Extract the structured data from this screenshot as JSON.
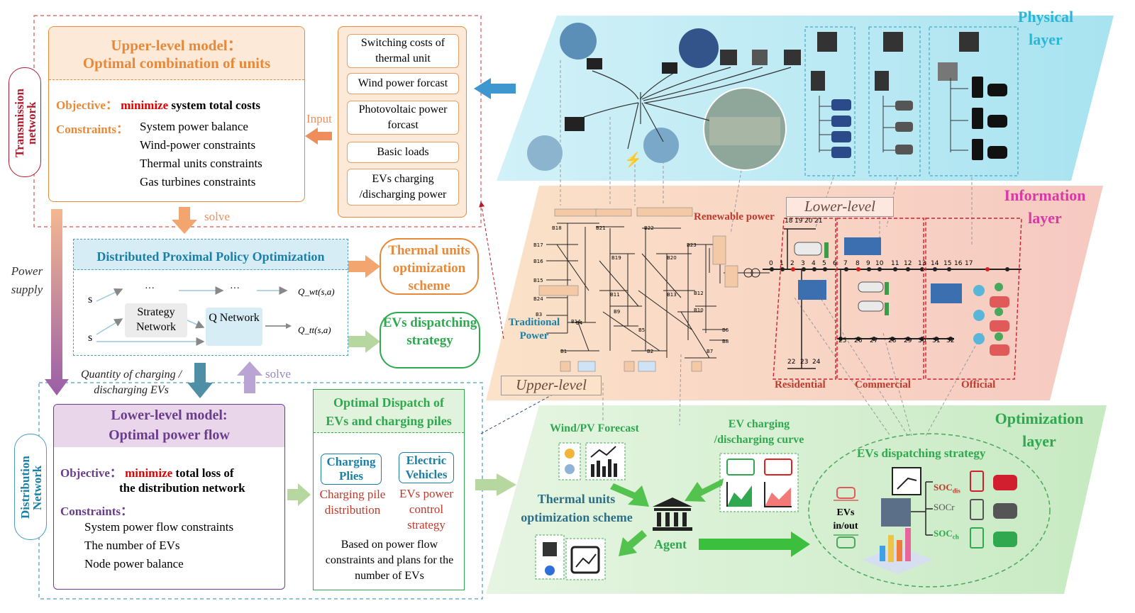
{
  "transmission": {
    "side_label": "Transmission network",
    "upper_model_title_1": "Upper-level model：",
    "upper_model_title_2": "Optimal combination of units",
    "objective_label": "Objective：",
    "objective_red": "minimize",
    "objective_rest": "system total costs",
    "constraints_label": "Constraints：",
    "constraints": [
      "System power balance",
      "Wind-power constraints",
      "Thermal units constraints",
      "Gas turbines constraints"
    ],
    "input_label": "Input",
    "inputs": [
      "Switching costs of thermal unit",
      "Wind power forcast",
      "Photovoltaic power forcast",
      "Basic loads",
      "EVs charging /discharging power"
    ]
  },
  "middle": {
    "solve_top": "solve",
    "power_supply": "Power supply",
    "dppo_title": "Distributed Proximal Policy Optimization",
    "s_top": "s",
    "s_bottom": "s",
    "dots": "···",
    "strategy_network": "Strategy Network",
    "q_network": "Q Network",
    "q_top": "Q_wt(s,a)",
    "q_bottom": "Q_tt(s,a)",
    "thermal_scheme": "Thermal units optimization scheme",
    "ev_strategy": "EVs dispatching strategy",
    "quantity_label": "Quantity of charging / discharging EVs",
    "solve_bottom": "solve"
  },
  "distribution": {
    "side_label": "Distribution Network",
    "lower_model_title_1": "Lower-level model:",
    "lower_model_title_2": "Optimal power flow",
    "objective_label": "Objective：",
    "objective_red": "minimize",
    "objective_rest_1": "total loss of",
    "objective_rest_2": "the distribution network",
    "constraints_label": "Constraints：",
    "constraints": [
      "System power flow constraints",
      "The number of EVs",
      "Node power balance"
    ],
    "dispatch_title_1": "Optimal Dispatch of",
    "dispatch_title_2": "EVs and charging piles",
    "charging_plies": "Charging Plies",
    "electric_vehicles": "Electric Vehicles",
    "charging_pile_dist": "Charging pile distribution",
    "ev_power_control": "EVs power control strategy",
    "based_on": "Based on power flow constraints and plans for the number of EVs"
  },
  "layers": {
    "physical": "Physical layer",
    "information": "Information layer",
    "optimization": "Optimization layer",
    "lower_level": "Lower-level",
    "upper_level": "Upper-level",
    "renewable_power": "Renewable power",
    "traditional_power": "Traditional Power",
    "residential": "Residential",
    "commercial": "Commercial",
    "official": "Official"
  },
  "bus_labels": {
    "upper": [
      "B18",
      "B21",
      "B22",
      "B17",
      "B16",
      "B19",
      "B20",
      "B23",
      "B15",
      "B24",
      "B14",
      "B11",
      "B12",
      "B13",
      "B10",
      "B9",
      "B3",
      "B4",
      "B5",
      "B6",
      "B8",
      "B1",
      "B2",
      "B7"
    ],
    "lower_top": [
      "0",
      "1",
      "2",
      "3",
      "4",
      "5",
      "6",
      "7",
      "8",
      "9",
      "10",
      "11",
      "12",
      "13",
      "14",
      "15",
      "16",
      "17"
    ],
    "lower_branch_top": [
      "18",
      "19",
      "20",
      "21"
    ],
    "lower_branch_bottom": [
      "22",
      "23",
      "24"
    ],
    "lower_bottom": [
      "25",
      "26",
      "27",
      "28",
      "29",
      "30",
      "31",
      "32"
    ]
  },
  "optimization": {
    "wind_pv": "Wind/PV Forecast",
    "ev_curve_1": "EV charging",
    "ev_curve_2": "/discharging curve",
    "thermal_1": "Thermal units",
    "thermal_2": "optimization scheme",
    "agent": "Agent",
    "ev_strategy": "EVs dispatching strategy",
    "evs_inout": "EVs in/out",
    "soc_dis": "SOC",
    "soc_dis_sub": "dis",
    "soc_r": "SOCr",
    "soc_ch": "SOC",
    "soc_ch_sub": "ch"
  },
  "colors": {
    "orange": "#e8893a",
    "red": "#e00000",
    "dark_red": "#b01c2e",
    "teal": "#1b7fa6",
    "green": "#2fa84f",
    "purple": "#6a3d8c"
  }
}
